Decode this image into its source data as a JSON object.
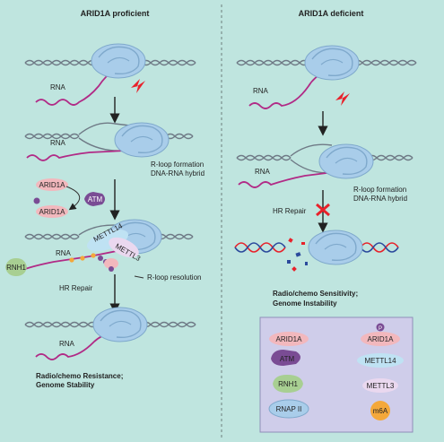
{
  "left": {
    "title": "ARID1A proficient",
    "rna_labels": [
      "RNA",
      "RNA",
      "RNA",
      "RNA"
    ],
    "rloop_formation": "R-loop formation",
    "dna_rna_hybrid": "DNA-RNA hybrid",
    "arid1a_1": "ARID1A",
    "arid1a_2": "ARID1A",
    "atm": "ATM",
    "mettl14": "METTL14",
    "mettl3": "METTL3",
    "rnh1": "RNH1",
    "rloop_resolution": "R-loop resolution",
    "hr_repair": "HR Repair",
    "outcome_1": "Radio/chemo Resistance;",
    "outcome_2": "Genome Stability"
  },
  "right": {
    "title": "ARID1A deficient",
    "rna_labels": [
      "RNA",
      "RNA"
    ],
    "rloop_formation": "R-loop formation",
    "dna_rna_hybrid": "DNA-RNA hybrid",
    "hr_repair": "HR Repair",
    "outcome_1": "Radio/chemo Sensitivity;",
    "outcome_2": "Genome Instability"
  },
  "legend": {
    "arid1a": "ARID1A",
    "arid1a_p": "ARID1A",
    "p": "P",
    "atm": "ATM",
    "mettl14": "METTL14",
    "rnh1": "RNH1",
    "mettl3": "METTL3",
    "rnap": "RNAP II",
    "m6a": "m6A"
  },
  "colors": {
    "background": "#bfe5df",
    "dna": "#6f7a86",
    "rna": "#b12a86",
    "polymerase": "#a9cdea",
    "arid1a": "#f2b8bd",
    "atm": "#7a4c94",
    "mettl14": "#bfe2f3",
    "mettl3": "#ead8ef",
    "rnh1": "#a8cf92",
    "m6a": "#f4a83a",
    "damage": "#e8212a",
    "legend_box": "#cfcdea"
  }
}
